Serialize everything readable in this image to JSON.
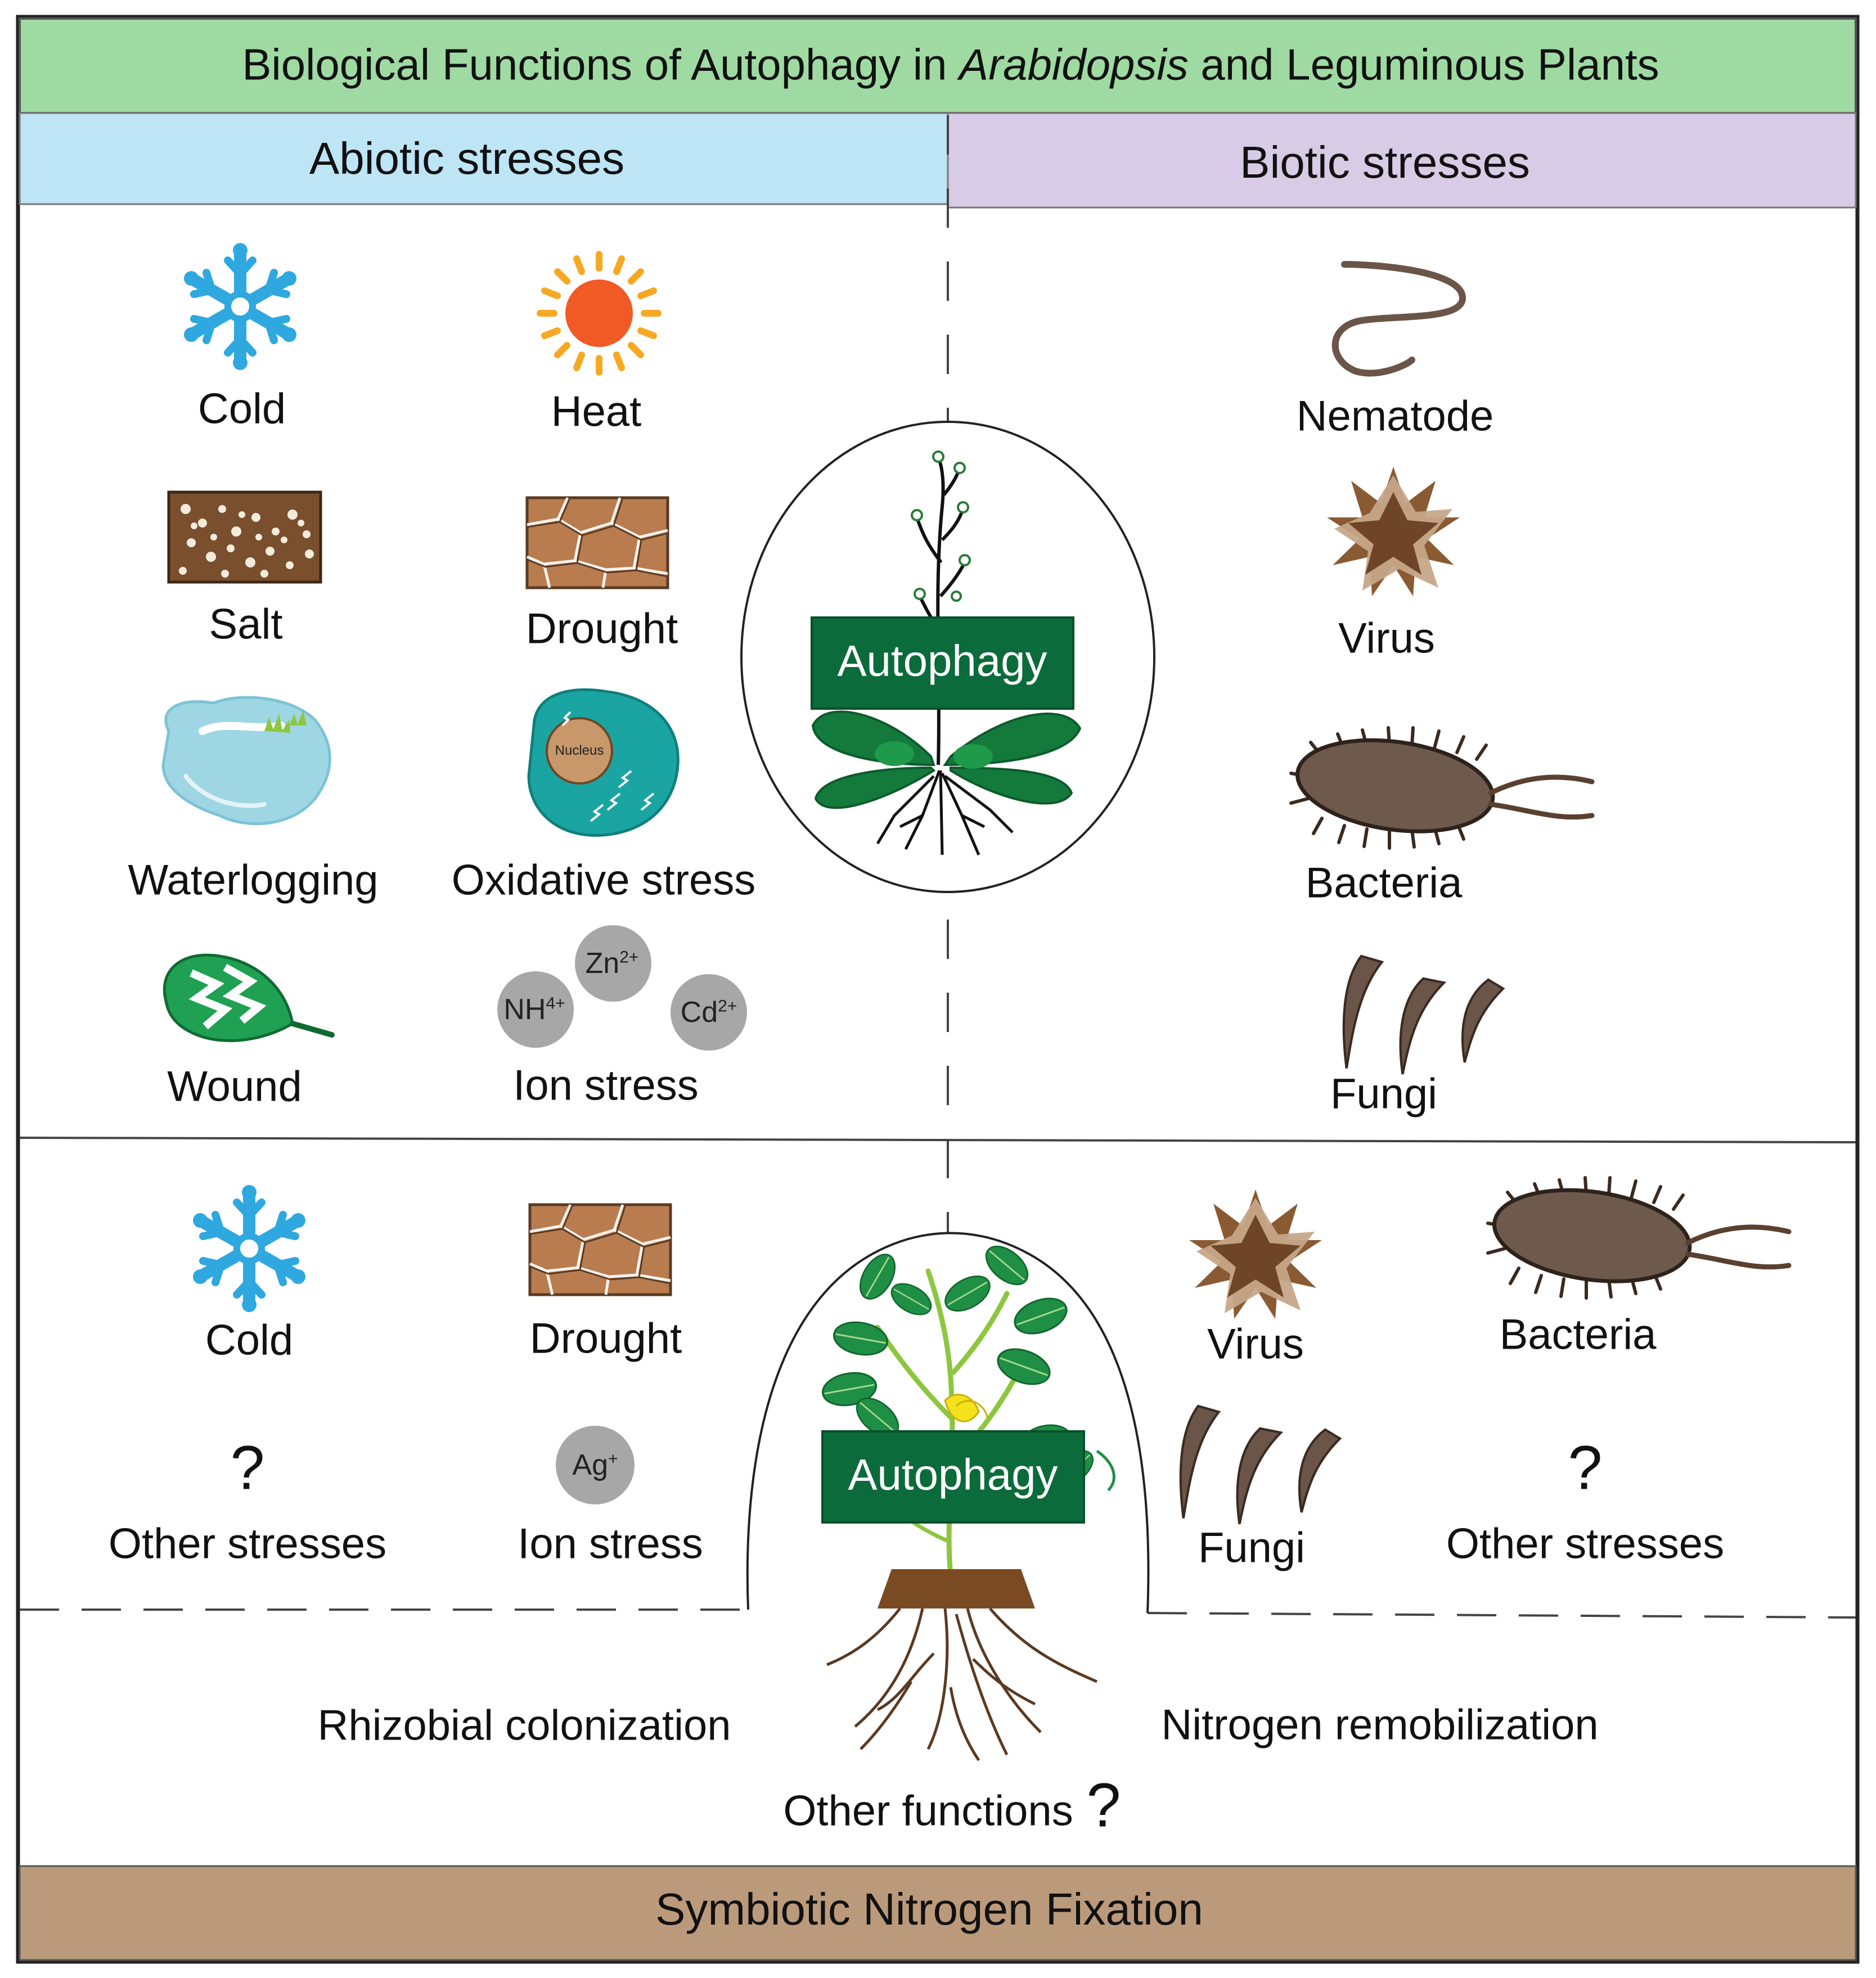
{
  "title": {
    "before": "Biological Functions of Autophagy in ",
    "italic": "Arabidopsis",
    "after": " and Leguminous Plants"
  },
  "headers": {
    "abiotic": "Abiotic stresses",
    "biotic": "Biotic stresses"
  },
  "arabidopsis": {
    "abiotic": {
      "cold": "Cold",
      "heat": "Heat",
      "salt": "Salt",
      "drought": "Drought",
      "waterlogging": "Waterlogging",
      "oxidative": "Oxidative stress",
      "nucleus": "Nucleus",
      "wound": "Wound",
      "ion_stress": "Ion stress",
      "ions": {
        "zn": "Zn",
        "zn_charge": "2+",
        "nh": "NH",
        "nh_charge": "4+",
        "cd": "Cd",
        "cd_charge": "2+"
      }
    },
    "biotic": {
      "nematode": "Nematode",
      "virus": "Virus",
      "bacteria": "Bacteria",
      "fungi": "Fungi"
    },
    "center": "Autophagy"
  },
  "legume": {
    "abiotic": {
      "cold": "Cold",
      "drought": "Drought",
      "question": "?",
      "other": "Other stresses",
      "ag": "Ag",
      "ag_charge": "+",
      "ion_stress": "Ion stress"
    },
    "biotic": {
      "virus": "Virus",
      "bacteria": "Bacteria",
      "fungi": "Fungi",
      "question": "?",
      "other": "Other stresses"
    },
    "center": "Autophagy"
  },
  "symbiosis": {
    "rhizobial": "Rhizobial colonization",
    "nitrogen": "Nitrogen remobilization",
    "other_functions": "Other functions",
    "question": "?",
    "footer": "Symbiotic Nitrogen Fixation"
  },
  "colors": {
    "title_bg": "#9fdaa2",
    "abiotic_bg": "#bde5f6",
    "biotic_bg": "#d8cbe5",
    "footer_bg": "#bb9a7b",
    "autophagy_box": "#0b6b3a",
    "ion_circle": "#a8a7a7"
  }
}
